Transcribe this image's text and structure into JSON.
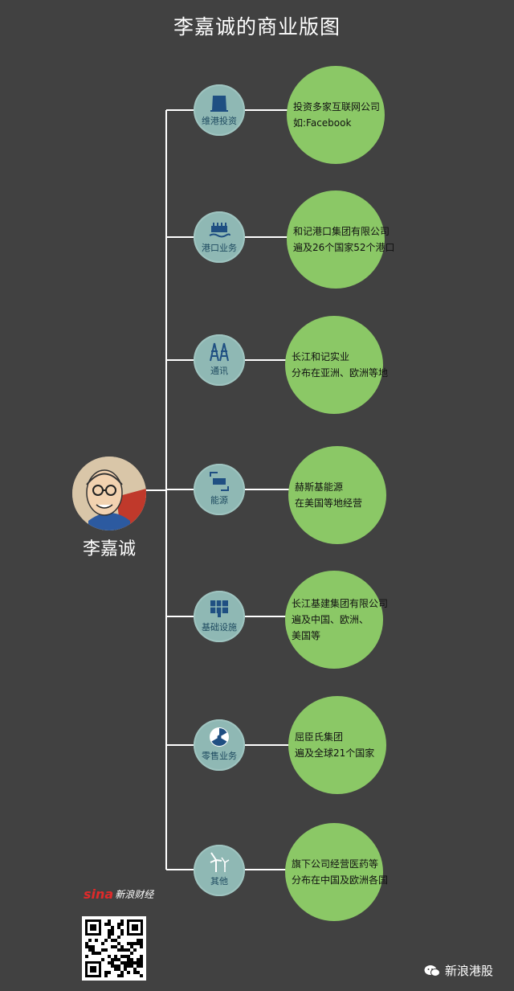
{
  "title": "李嘉诚的商业版图",
  "person": {
    "name": "李嘉诚"
  },
  "branches": [
    {
      "label": "维港投资",
      "icon": "building-icon",
      "lines": [
        "投资多家互联网公司",
        "如:Facebook"
      ]
    },
    {
      "label": "港口业务",
      "icon": "port-icon",
      "lines": [
        "和记港口集团有限公司",
        "遍及26个国家52个港口"
      ]
    },
    {
      "label": "通讯",
      "icon": "tower-icon",
      "lines": [
        "长江和记实业",
        "分布在亚洲、欧洲等地"
      ]
    },
    {
      "label": "能源",
      "icon": "energy-icon",
      "lines": [
        "赫斯基能源",
        "在美国等地经营"
      ]
    },
    {
      "label": "基础设施",
      "icon": "solar-panel-icon",
      "lines": [
        "长江基建集团有限公司",
        "遍及中国、欧洲、美国等"
      ]
    },
    {
      "label": "零售业务",
      "icon": "radiation-icon",
      "lines": [
        "屈臣氏集团",
        "遍及全球21个国家"
      ]
    },
    {
      "label": "其他",
      "icon": "wind-turbine-icon",
      "lines": [
        "旗下公司经营医药等",
        "分布在中国及欧洲各国"
      ]
    }
  ],
  "footer": {
    "sina_brand": "sina",
    "sina_text": "新浪财经",
    "wechat_account": "新浪港股"
  }
}
